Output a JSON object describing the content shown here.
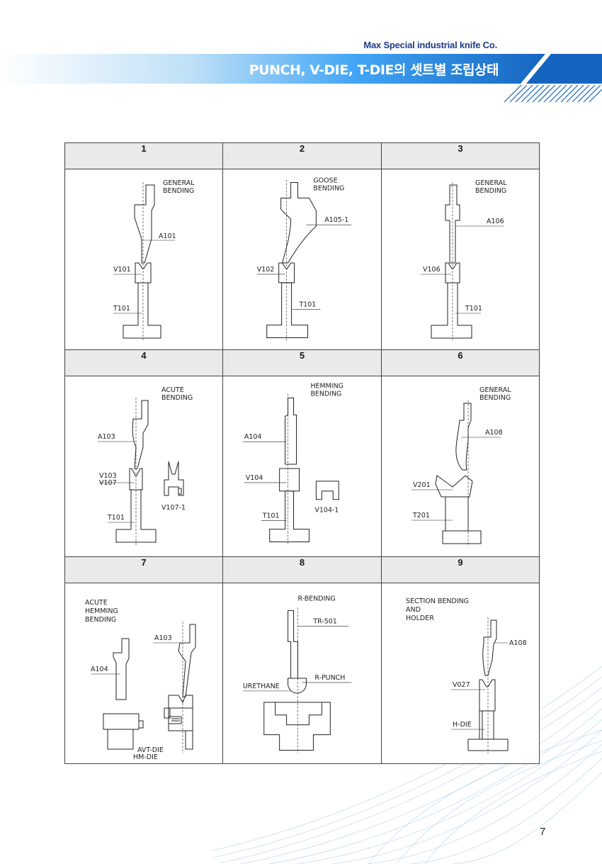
{
  "header": {
    "company": "Max Special industrial knife Co.",
    "title": "PUNCH, V-DIE, T-DIE의 셋트별 조립상태"
  },
  "cells": [
    {
      "number": "1",
      "title": [
        "GENERAL",
        "BENDING"
      ],
      "labels": {
        "punch": "A101",
        "vdie": "V101",
        "tdie": "T101"
      }
    },
    {
      "number": "2",
      "title": [
        "GOOSE",
        "BENDING"
      ],
      "labels": {
        "punch": "A105-1",
        "vdie": "V102",
        "tdie": "T101"
      }
    },
    {
      "number": "3",
      "title": [
        "GENERAL",
        "BENDING"
      ],
      "labels": {
        "punch": "A106",
        "vdie": "V106",
        "tdie": "T101"
      }
    },
    {
      "number": "4",
      "title": [
        "ACUTE",
        "BENDING"
      ],
      "labels": {
        "punch": "A103",
        "vdie_a": "V103",
        "vdie_b": "V107",
        "tdie": "T101",
        "extra": "V107-1"
      }
    },
    {
      "number": "5",
      "title": [
        "HEMMING",
        "BENDING"
      ],
      "labels": {
        "punch": "A104",
        "vdie": "V104",
        "tdie": "T101",
        "extra": "V104-1"
      }
    },
    {
      "number": "6",
      "title": [
        "GENERAL",
        "BENDING"
      ],
      "labels": {
        "punch": "A108",
        "vdie": "V201",
        "tdie": "T201"
      }
    },
    {
      "number": "7",
      "title": [
        "ACUTE",
        "HEMMING",
        "BENDING"
      ],
      "labels": {
        "punch_a": "A104",
        "punch_b": "A103",
        "die_a": "AVT-DIE",
        "die_b": "HM-DIE"
      }
    },
    {
      "number": "8",
      "title": [
        "R-BENDING"
      ],
      "labels": {
        "holder": "TR-501",
        "punch": "R-PUNCH",
        "urethane": "URETHANE"
      }
    },
    {
      "number": "9",
      "title": [
        "SECTION BENDING",
        "AND",
        "HOLDER"
      ],
      "labels": {
        "punch": "A108",
        "vdie": "V027",
        "hdie": "H-DIE"
      }
    }
  ],
  "page_number": "7",
  "colors": {
    "banner_dark": "#1565c0",
    "banner_light": "#42a5f5",
    "header_bg": "#eaeaea",
    "company_text": "#1e3a8a"
  }
}
